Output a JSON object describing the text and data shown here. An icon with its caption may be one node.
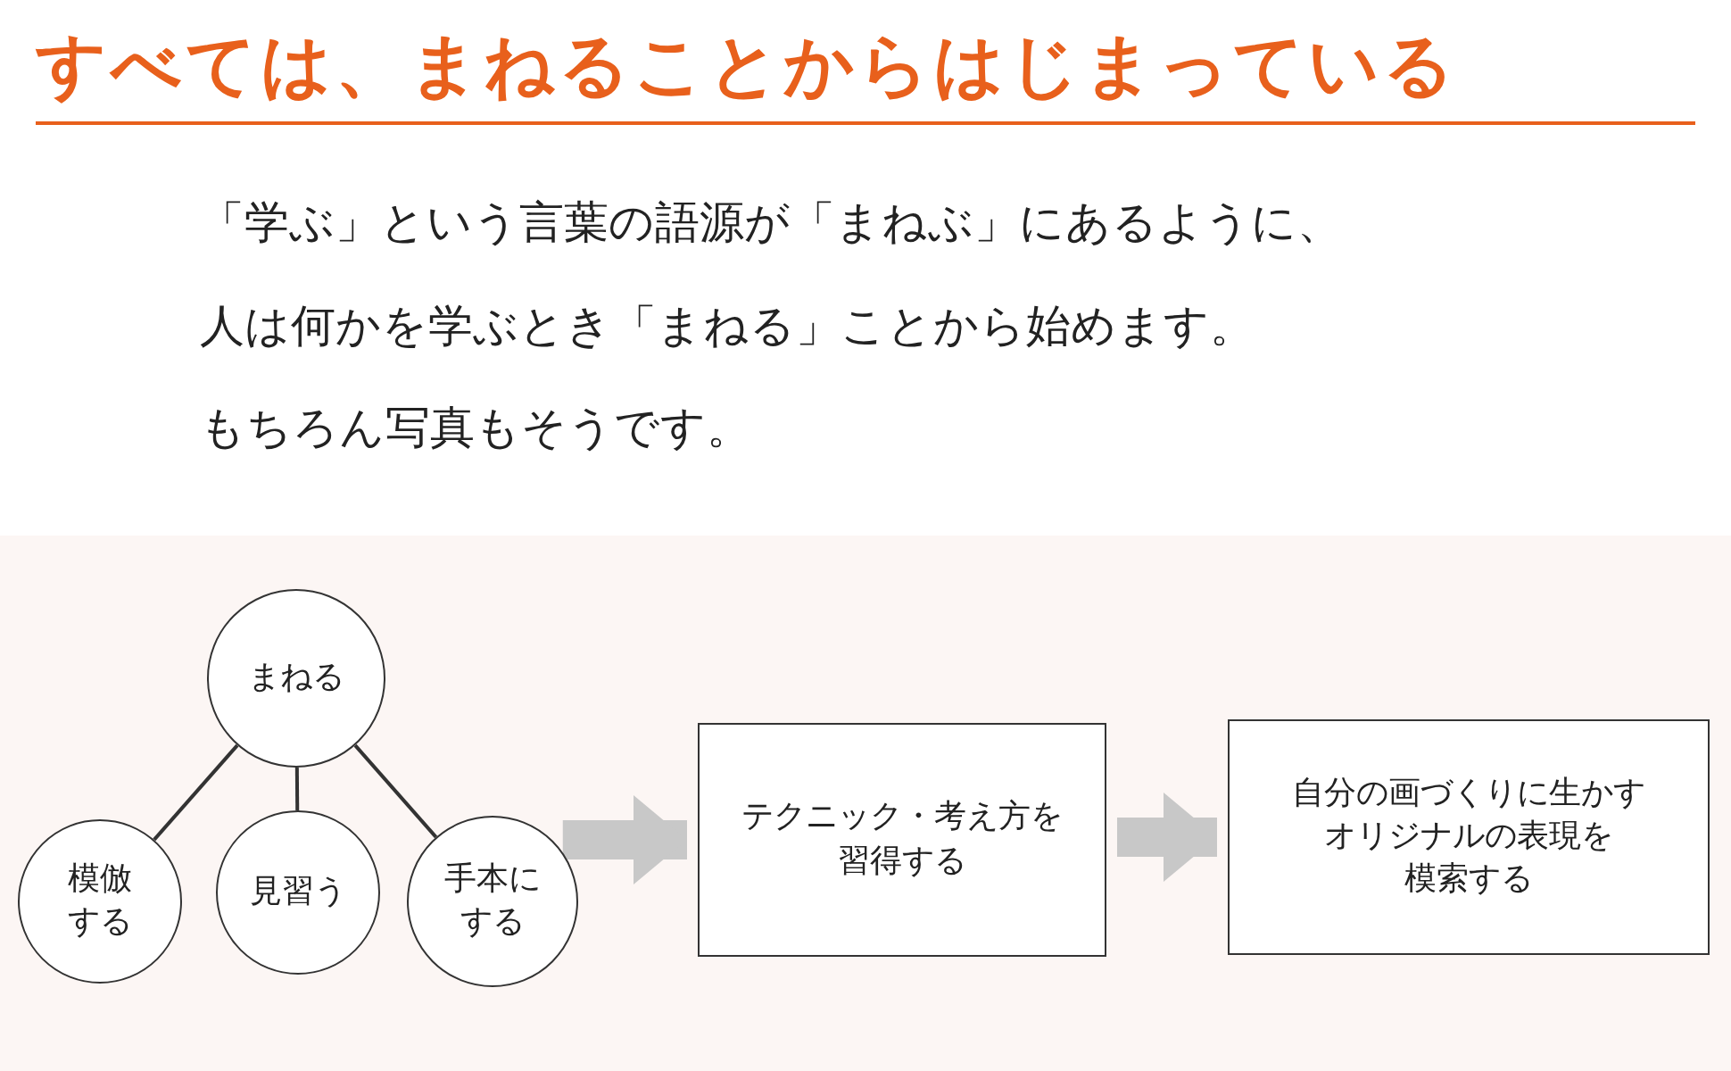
{
  "diagram": {
    "title": "すべては、まねることからはじまっている",
    "nodes": [
      {
        "text": [
          "まねる"
        ]
      },
      {
        "text": [
          "模倣する"
        ]
      },
      {
        "text": [
          "見習う"
        ]
      },
      {
        "text": [
          "手本にする"
        ]
      },
      {
        "text": [
          "テクニック・考え方を習得する"
        ]
      },
      {
        "text": [
          "自分の画づくりに生かすオリジナルの表現を模索する"
        ]
      }
    ],
    "edges": [
      {
        "from": 0,
        "to": 1,
        "arrow": "none"
      },
      {
        "from": 0,
        "to": 2,
        "arrow": "none"
      },
      {
        "from": 0,
        "to": 3,
        "arrow": "none"
      },
      {
        "from": 3,
        "to": 4,
        "arrow": "to",
        "style": "thick",
        "color": "#c8c8c8"
      },
      {
        "from": 4,
        "to": 5,
        "arrow": "to",
        "style": "thick",
        "color": "#c8c8c8"
      }
    ],
    "labels": [
      "「学ぶ」という言葉の語源が「まねぶ」にあるように、",
      "人は何かを学ぶとき「まねる」ことから始めます。",
      "もちろん写真もそうです。"
    ]
  }
}
